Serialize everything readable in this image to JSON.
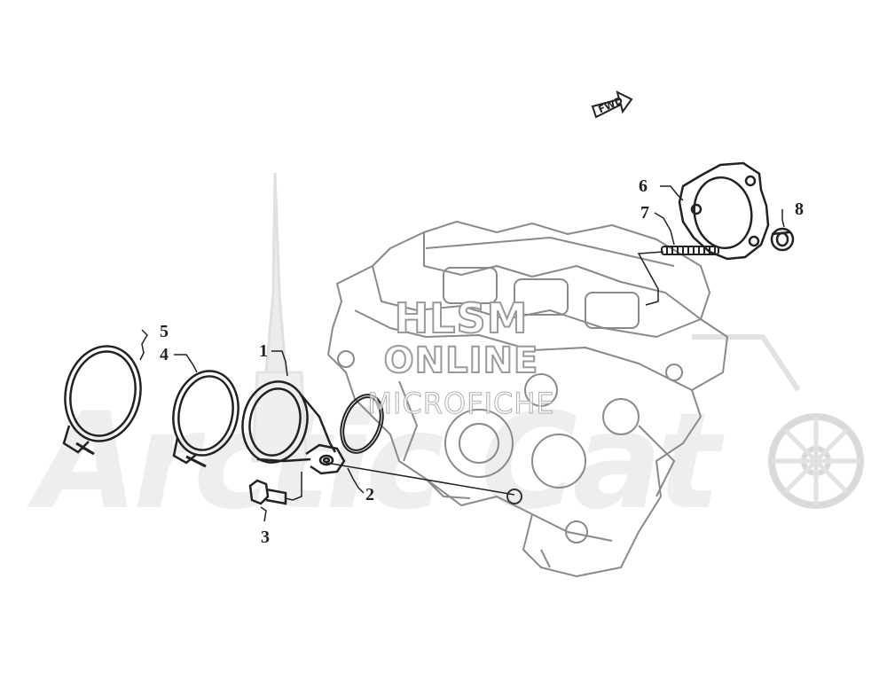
{
  "brand_watermark": "Arctic Cat",
  "watermark": {
    "line1": "HLSM",
    "line2": "ONLINE",
    "line3": "MICROFICHE"
  },
  "fwd_arrow": {
    "label": "FWD"
  },
  "callouts": {
    "c1": "1",
    "c2": "2",
    "c3": "3",
    "c4": "4",
    "c5": "5",
    "c6": "6",
    "c7": "7",
    "c8": "8"
  },
  "colors": {
    "line": "#222222",
    "engine_line": "#8a8a8a",
    "watermark": "#c8c8c8"
  }
}
